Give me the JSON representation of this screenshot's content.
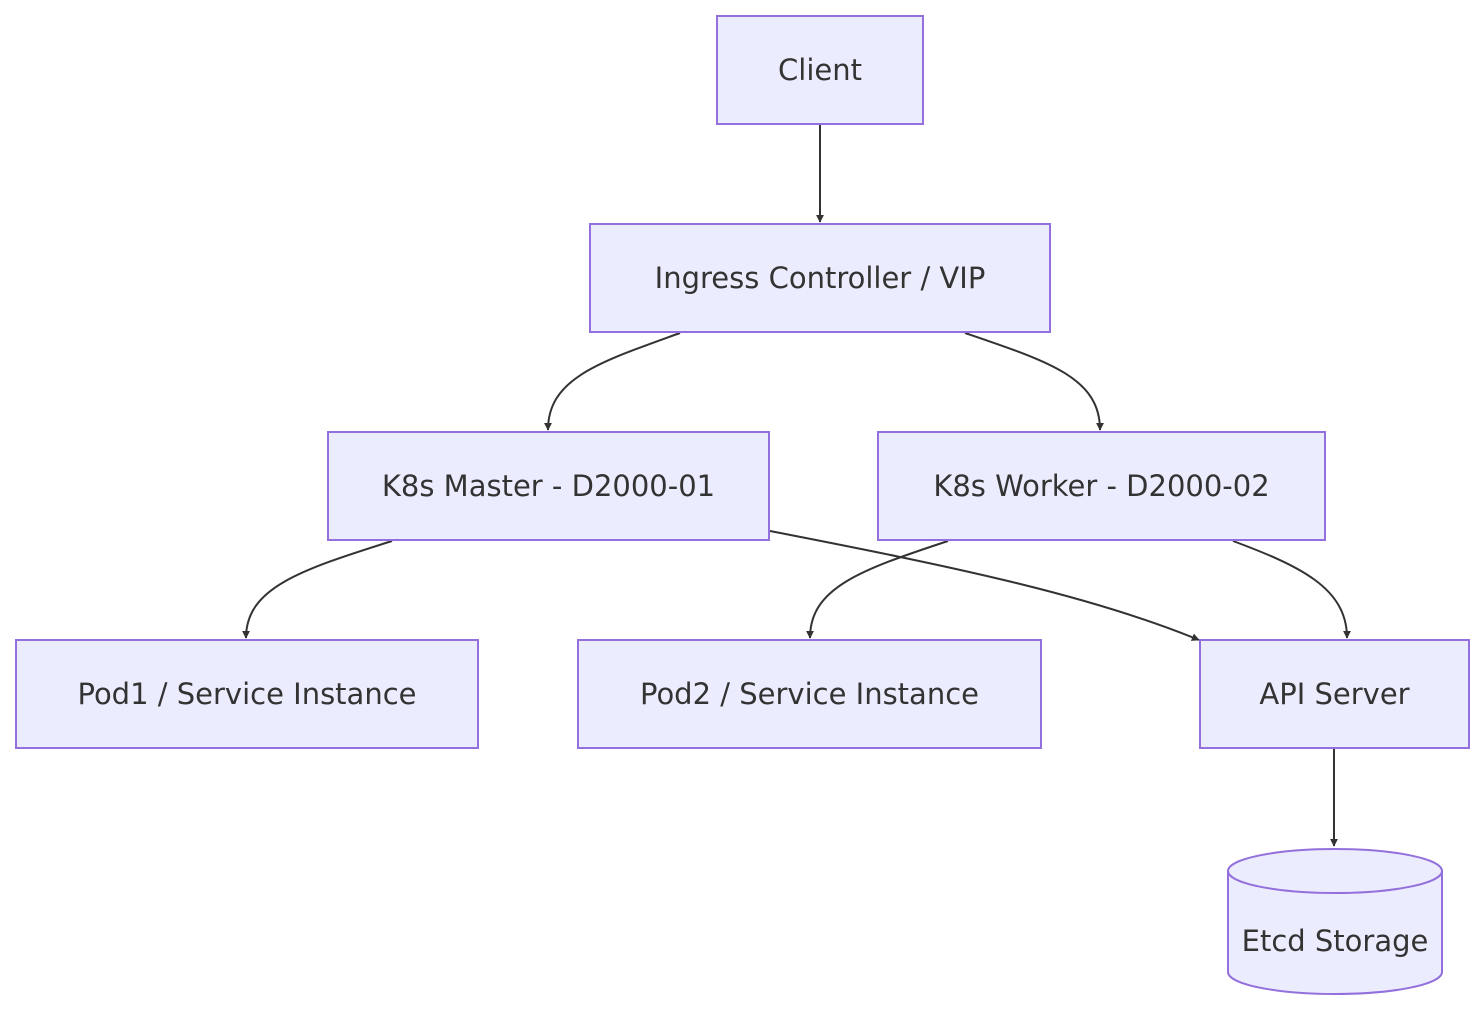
{
  "diagram": {
    "colors": {
      "node_fill": "#ececff",
      "node_stroke": "#9370db",
      "edge": "#333333",
      "text": "#333333"
    },
    "nodes": {
      "client": "Client",
      "ingress": "Ingress Controller / VIP",
      "master": "K8s Master - D2000-01",
      "worker": "K8s Worker - D2000-02",
      "pod1": "Pod1 / Service Instance",
      "pod2": "Pod2 / Service Instance",
      "api": "API Server",
      "etcd": "Etcd Storage"
    },
    "edges": [
      {
        "from": "client",
        "to": "ingress"
      },
      {
        "from": "ingress",
        "to": "master"
      },
      {
        "from": "ingress",
        "to": "worker"
      },
      {
        "from": "master",
        "to": "pod1"
      },
      {
        "from": "master",
        "to": "api"
      },
      {
        "from": "worker",
        "to": "pod2"
      },
      {
        "from": "worker",
        "to": "api"
      },
      {
        "from": "api",
        "to": "etcd"
      }
    ]
  }
}
